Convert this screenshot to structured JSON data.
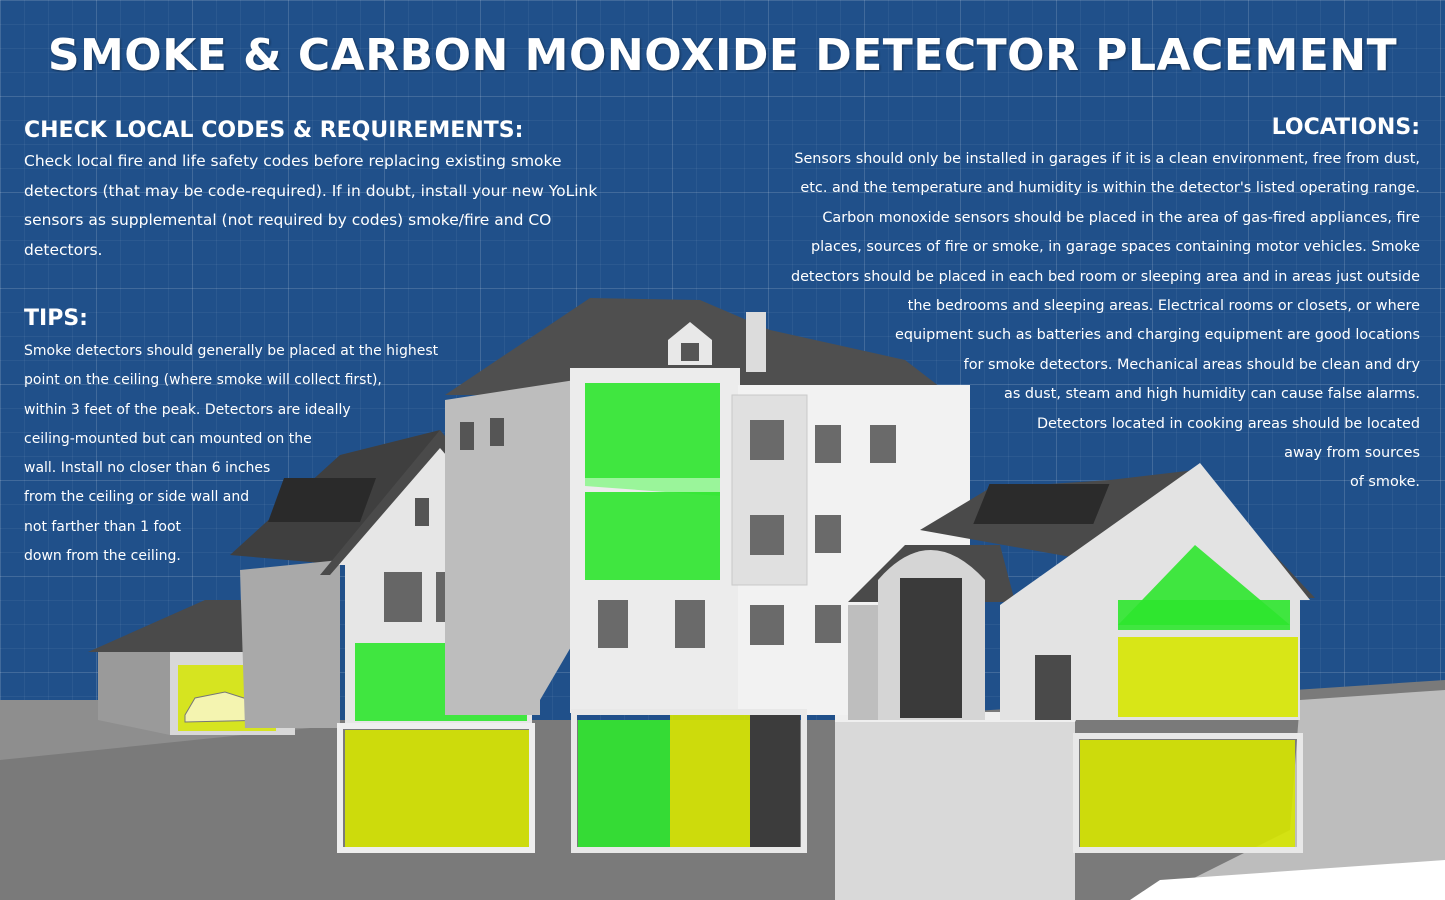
{
  "title": "SMOKE & CARBON MONOXIDE  DETECTOR PLACEMENT",
  "check_codes": {
    "heading": "CHECK LOCAL CODES & REQUIREMENTS:",
    "lines": [
      "Check local fire and life safety codes before replacing existing smoke",
      "detectors (that may be code-required).  If in doubt, install your new YoLink",
      "sensors as supplemental (not required by codes) smoke/fire and CO",
      "detectors."
    ]
  },
  "tips": {
    "heading": "TIPS:",
    "lines": [
      "Smoke detectors should generally be placed at the highest",
      "point on the ceiling (where smoke will collect first),",
      "within 3 feet of the peak. Detectors are ideally",
      "ceiling-mounted but can mounted on the",
      "wall. Install no closer than 6 inches",
      "from the ceiling or side wall and",
      "not farther than 1 foot",
      "down from the ceiling."
    ]
  },
  "locations": {
    "heading": "LOCATIONS:",
    "lines": [
      "Sensors should only be installed in garages if it is a clean environment, free from dust,",
      "etc. and the temperature and humidity is within the detector's listed operating range.",
      "Carbon monoxide sensors should be placed in the area of gas-fired appliances, fire",
      "places, sources of fire or smoke, in garage spaces containing motor vehicles. Smoke",
      "detectors should be placed in each bed room or sleeping area and in  areas just outside",
      "the  bedrooms and  sleeping areas. Electrical rooms or closets, or where",
      "equipment such as batteries and charging equipment are good locations",
      "for smoke detectors.  Mechanical areas should be clean and dry",
      "as dust, steam and high  humidity  can cause  false alarms.",
      "Detectors located in cooking areas should be  located",
      "away from sources",
      "of smoke."
    ]
  },
  "colors": {
    "background": "#20508a",
    "smoke_zone": "#2ee62e",
    "co_zone": "#d6e600",
    "wall": "#e4e4e4",
    "roof": "#4a4a4a",
    "ground": "#7a7a7a"
  },
  "illustration": {
    "subject": "cutaway-houses",
    "smoke_zone_legend_color": "green",
    "co_zone_legend_color": "yellow"
  }
}
